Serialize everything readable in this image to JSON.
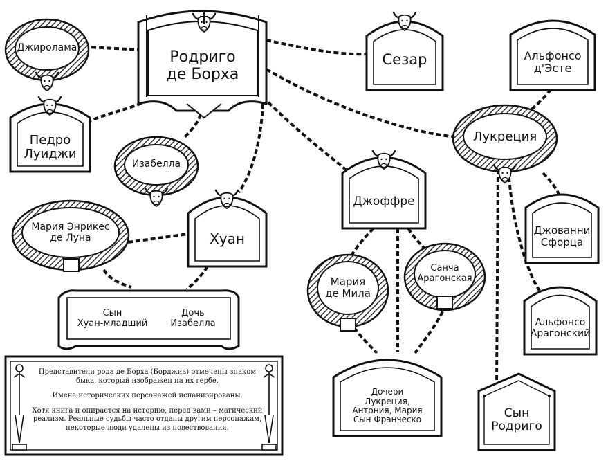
{
  "diagram": {
    "nodes": {
      "rodrigo": "Родриго\nде Борха",
      "cesare": "Сезар",
      "alfonso_deste": "Альфонсо\nд'Эсте",
      "gerolama": "Джиролама",
      "pedro_luis": "Педро\nЛуиджи",
      "isabella": "Изабелла",
      "lucrezia": "Лукреция",
      "jofre": "Джоффре",
      "giovanni_sforza": "Джованни\nСфорца",
      "maria_enriquez": "Мария Энрикес\nде Луна",
      "juan": "Хуан",
      "alfonso_aragon": "Альфонсо\nАрагонский",
      "sancha": "Санча\nАрагонская",
      "maria_mila": "Мария\nде Мила",
      "juan_son": "Сын\nХуан-младший",
      "juan_daughter": "Дочь\nИзабелла",
      "jofre_children": "Дочери\nЛукреция,\nАнтония, Мария\nСын Франческо",
      "lucrezia_son": "Сын\nРодриго"
    }
  },
  "note": {
    "p1": "Представители рода де Борха (Борджиа) отмечены знаком быка, который изображен на их гербе.",
    "p2": "Имена исторических персонажей испанизированы.",
    "p3": "Хотя книга и опирается на историю, перед вами – магический реализм. Реальные судьбы часто отданы другим персонажам, некоторые люди удалены из повествования."
  }
}
